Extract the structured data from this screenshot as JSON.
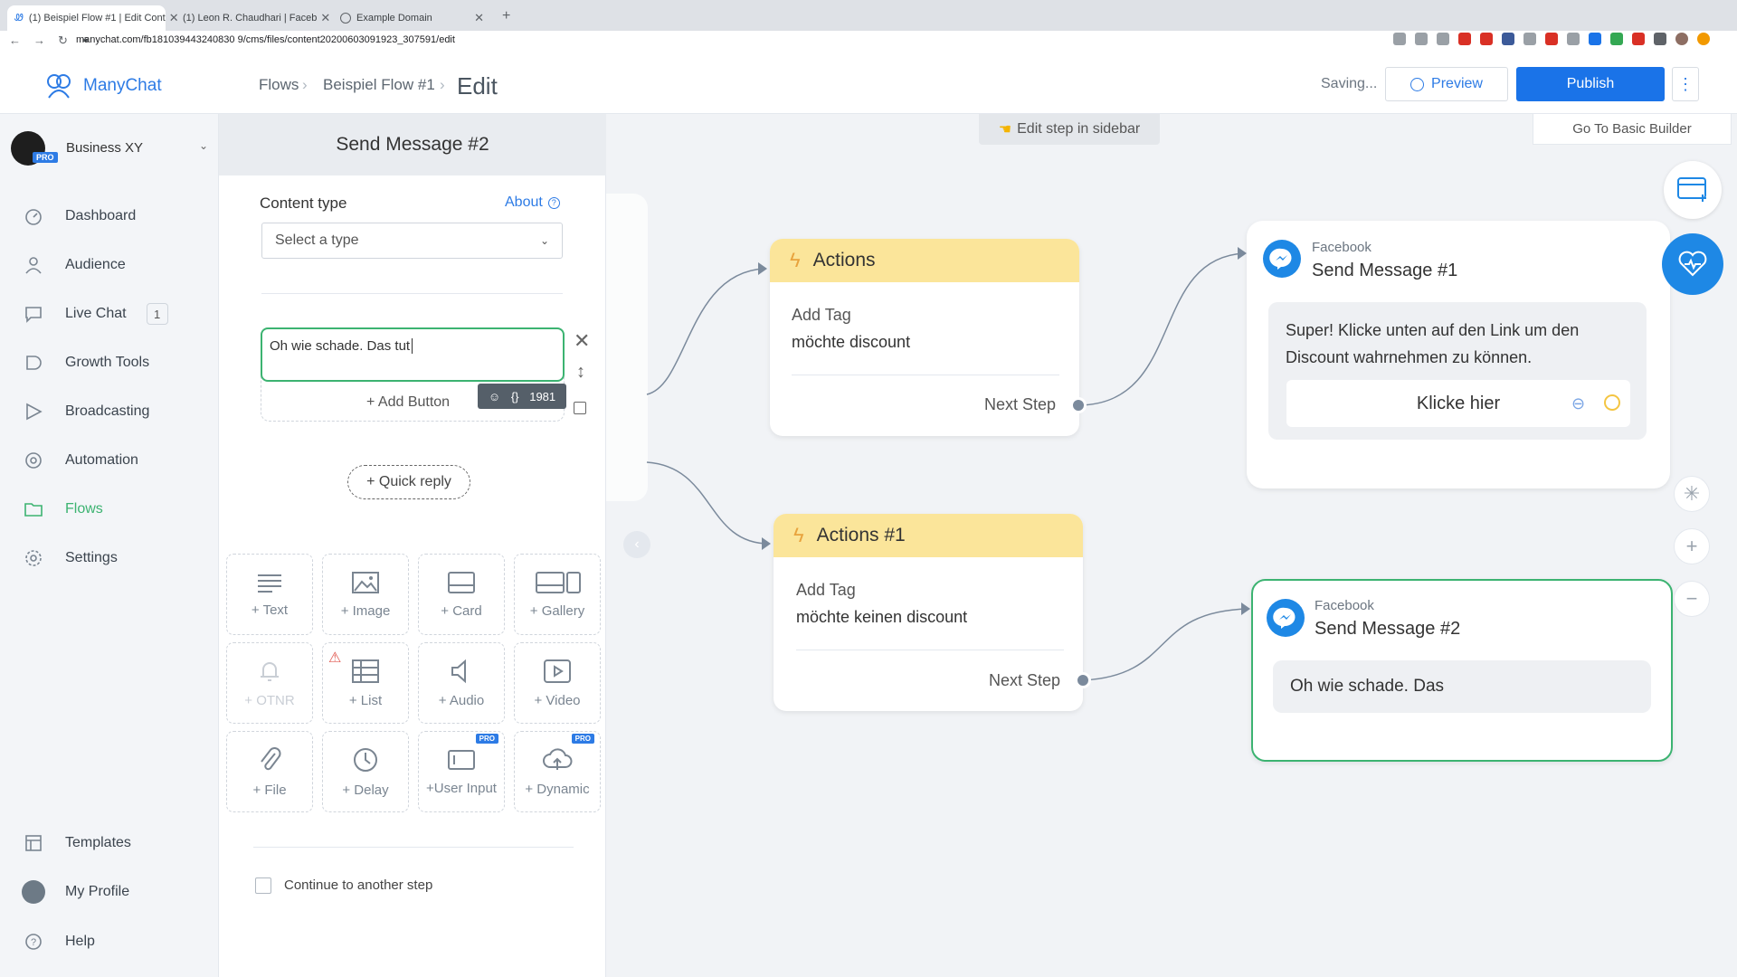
{
  "browser": {
    "tabs": [
      {
        "title": "(1) Beispiel Flow #1 | Edit Cont"
      },
      {
        "title": "(1) Leon R. Chaudhari | Faceb"
      },
      {
        "title": "Example Domain"
      }
    ],
    "url": "manychat.com/fb181039443240830 9/cms/files/content20200603091923_307591/edit"
  },
  "app": {
    "brand": "ManyChat",
    "breadcrumb": [
      "Flows",
      "Beispiel Flow #1",
      "Edit"
    ],
    "status": "Saving...",
    "preview_label": "Preview",
    "publish_label": "Publish",
    "go_basic_label": "Go To Basic Builder",
    "edit_hint": "Edit step in sidebar",
    "accent": "#2d7be5"
  },
  "sidebar": {
    "account_name": "Business XY",
    "account_badge": "PRO",
    "items": [
      {
        "label": "Dashboard",
        "icon": "gauge-icon"
      },
      {
        "label": "Audience",
        "icon": "person-icon"
      },
      {
        "label": "Live Chat",
        "icon": "chat-icon",
        "badge": "1"
      },
      {
        "label": "Growth Tools",
        "icon": "growth-icon"
      },
      {
        "label": "Broadcasting",
        "icon": "send-icon"
      },
      {
        "label": "Automation",
        "icon": "automation-icon"
      },
      {
        "label": "Flows",
        "icon": "folder-icon",
        "active": true
      },
      {
        "label": "Settings",
        "icon": "gear-icon"
      }
    ],
    "bottom_items": [
      {
        "label": "Templates",
        "icon": "templates-icon"
      },
      {
        "label": "My Profile",
        "icon": "avatar"
      },
      {
        "label": "Help",
        "icon": "help-icon"
      }
    ]
  },
  "panel": {
    "title": "Send Message #2",
    "content_type_label": "Content type",
    "about_label": "About",
    "select_placeholder": "Select a type",
    "message_text": "Oh wie schade. Das tut",
    "char_count": "1981",
    "add_button_label": "+ Add Button",
    "quick_reply_label": "+ Quick reply",
    "blocks": [
      {
        "label": "+ Text",
        "icon": "text-icon"
      },
      {
        "label": "+ Image",
        "icon": "image-icon"
      },
      {
        "label": "+ Card",
        "icon": "card-icon"
      },
      {
        "label": "+ Gallery",
        "icon": "gallery-icon"
      },
      {
        "label": "+ OTNR",
        "icon": "bell-icon"
      },
      {
        "label": "+ List",
        "icon": "list-icon"
      },
      {
        "label": "+ Audio",
        "icon": "audio-icon"
      },
      {
        "label": "+ Video",
        "icon": "video-icon"
      },
      {
        "label": "+ File",
        "icon": "file-icon"
      },
      {
        "label": "+ Delay",
        "icon": "clock-icon"
      },
      {
        "label": "+User Input",
        "icon": "input-icon",
        "pro": "PRO"
      },
      {
        "label": "+ Dynamic",
        "icon": "cloud-icon",
        "pro": "PRO"
      }
    ],
    "continue_label": "Continue to another step"
  },
  "canvas": {
    "actions1": {
      "title": "Actions",
      "action": "Add Tag",
      "value": "möchte discount",
      "next": "Next Step"
    },
    "actions2": {
      "title": "Actions #1",
      "action": "Add Tag",
      "value": "möchte keinen discount",
      "next": "Next Step"
    },
    "msg1": {
      "channel": "Facebook",
      "title": "Send Message #1",
      "text": "Super! Klicke unten auf den Link um den Discount wahrnehmen zu können.",
      "button": "Klicke hier"
    },
    "msg2": {
      "channel": "Facebook",
      "title": "Send Message #2",
      "text": "Oh wie schade. Das"
    }
  }
}
